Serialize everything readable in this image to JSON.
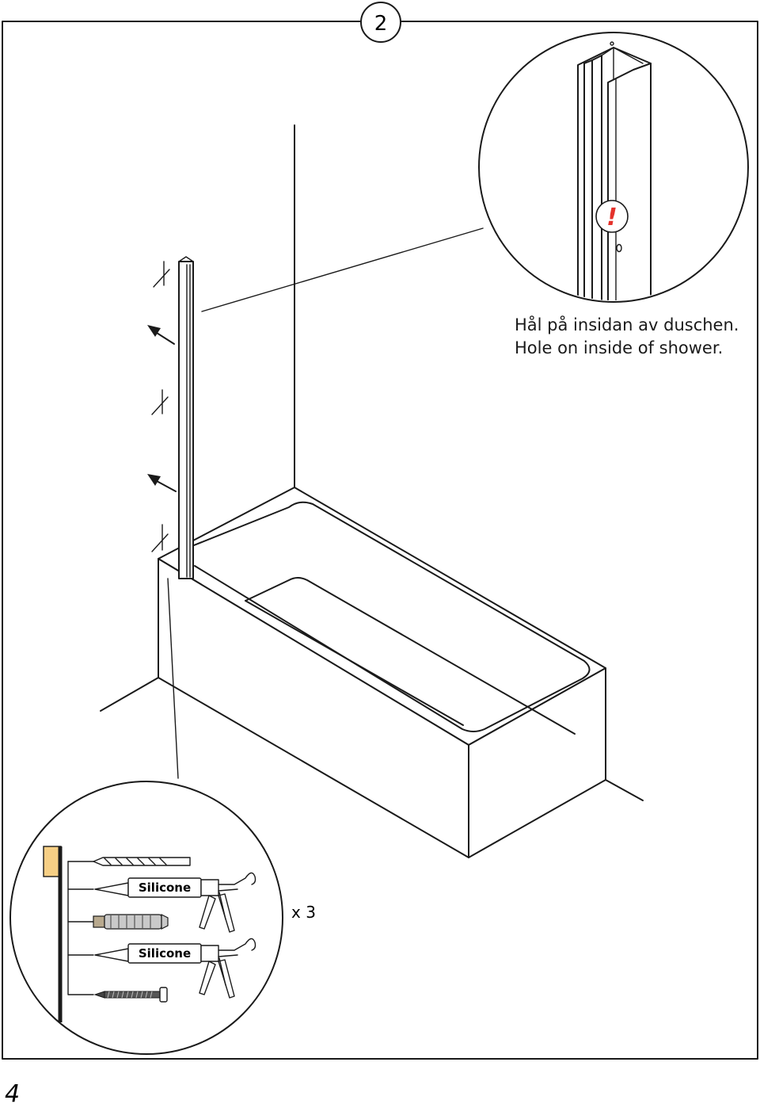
{
  "step": {
    "number": "2"
  },
  "page_number": "4",
  "detail": {
    "warning_symbol": "!",
    "warning_color": "#e4322b",
    "caption_sv": "Hål på insidan av duschen.",
    "caption_en": "Hole on inside of shower."
  },
  "tools": {
    "silicone_label_1": "Silicone",
    "silicone_label_2": "Silicone",
    "quantity": "x 3",
    "wall_block_color": "#f6cf85",
    "icons": [
      "drill-bit-icon",
      "silicone-gun-icon",
      "wall-plug-icon",
      "silicone-gun-icon",
      "screw-icon"
    ]
  }
}
